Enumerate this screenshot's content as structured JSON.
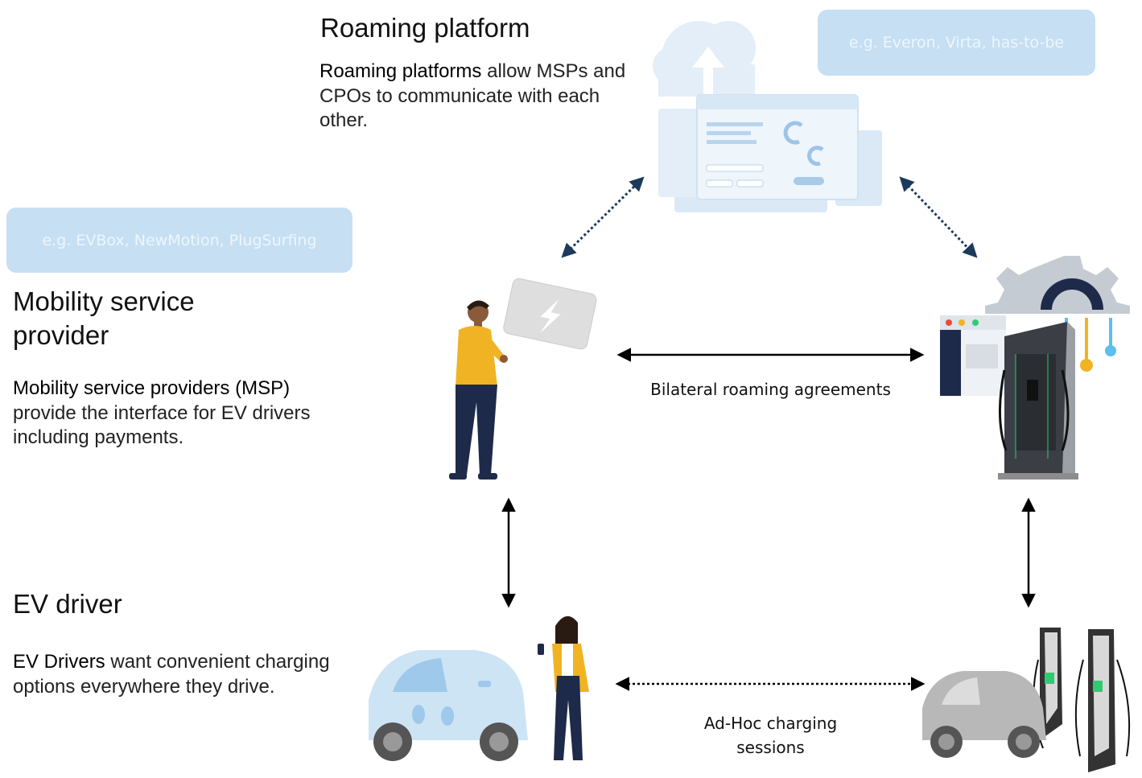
{
  "roaming": {
    "title": "Roaming platform",
    "lead": "Roaming platforms",
    "desc": " allow MSPs and CPOs to communicate with each other.",
    "example": "e.g. Everon, Virta, has-to-be"
  },
  "msp": {
    "title_line1": "Mobility service",
    "title_line2": "provider",
    "lead": "Mobility service  providers (MSP)",
    "desc": "provide the interface for EV drivers including payments.",
    "example": "e.g. EVBox, NewMotion, PlugSurfing"
  },
  "driver": {
    "title": "EV driver",
    "lead": "EV Drivers",
    "desc": " want convenient charging options everywhere they drive."
  },
  "connections": {
    "bilateral": "Bilateral roaming agreements",
    "adhoc_line1": "Ad-Hoc charging",
    "adhoc_line2": "sessions"
  },
  "colors": {
    "example_box": "#c6dff3",
    "arrow": "#000000",
    "dotted_arrow": "#1b3a5c",
    "accent_yellow": "#f0b323",
    "navy": "#1e2a4a"
  }
}
